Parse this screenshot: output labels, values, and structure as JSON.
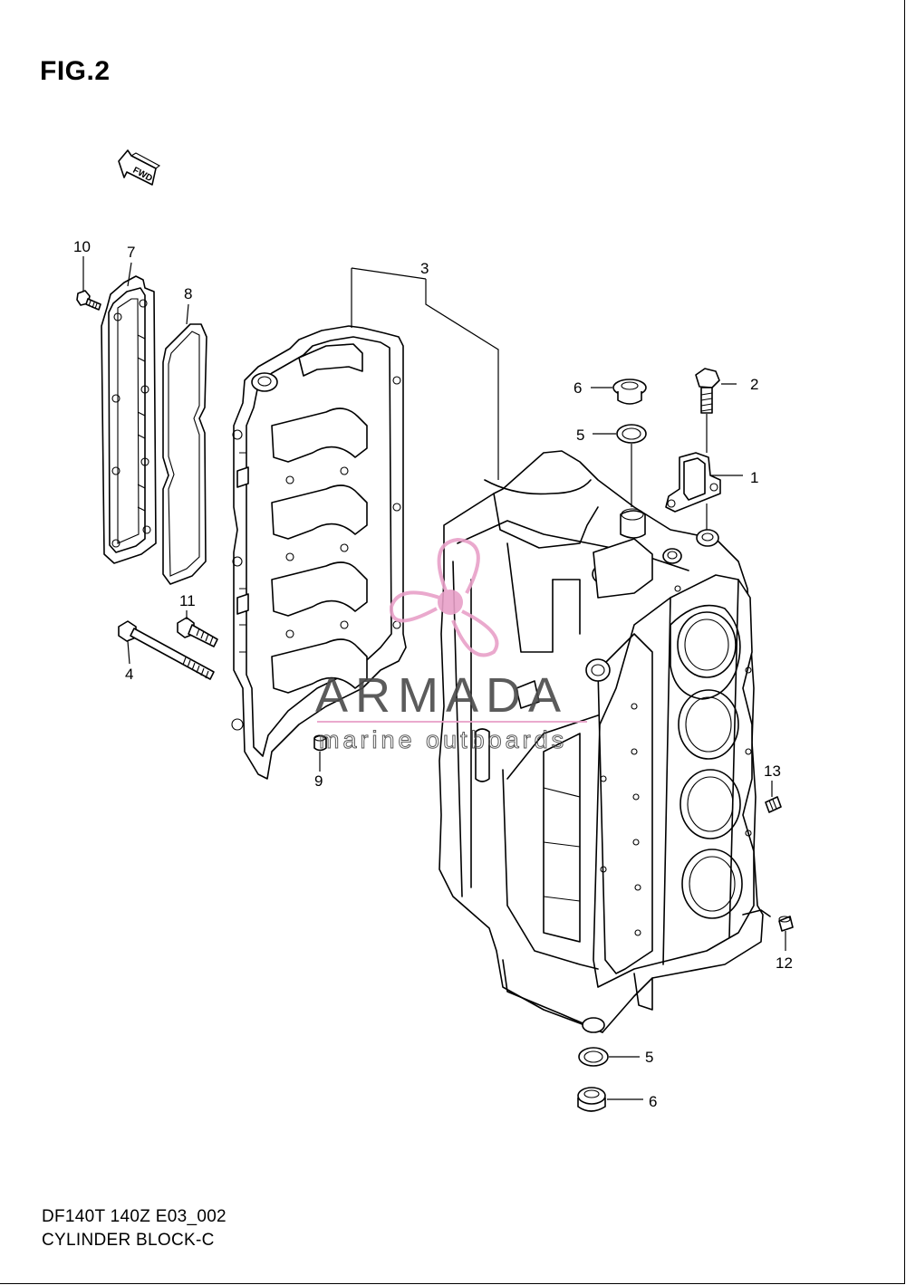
{
  "figure": {
    "title": "FIG.2",
    "direction_badge": "FWD"
  },
  "footer": {
    "model_code": "DF140T 140Z E03_002",
    "section_name": "CYLINDER BLOCK-C"
  },
  "callouts": [
    {
      "id": "c10",
      "label": "10"
    },
    {
      "id": "c7",
      "label": "7"
    },
    {
      "id": "c8",
      "label": "8"
    },
    {
      "id": "c3",
      "label": "3"
    },
    {
      "id": "c6a",
      "label": "6"
    },
    {
      "id": "c2",
      "label": "2"
    },
    {
      "id": "c5a",
      "label": "5"
    },
    {
      "id": "c1",
      "label": "1"
    },
    {
      "id": "c11",
      "label": "11"
    },
    {
      "id": "c4",
      "label": "4"
    },
    {
      "id": "c9",
      "label": "9"
    },
    {
      "id": "c13",
      "label": "13"
    },
    {
      "id": "c12",
      "label": "12"
    },
    {
      "id": "c5b",
      "label": "5"
    },
    {
      "id": "c6b",
      "label": "6"
    }
  ],
  "watermark": {
    "brand": "ARMADA",
    "tagline": "marine outboards",
    "color": "#e8a0c8"
  }
}
